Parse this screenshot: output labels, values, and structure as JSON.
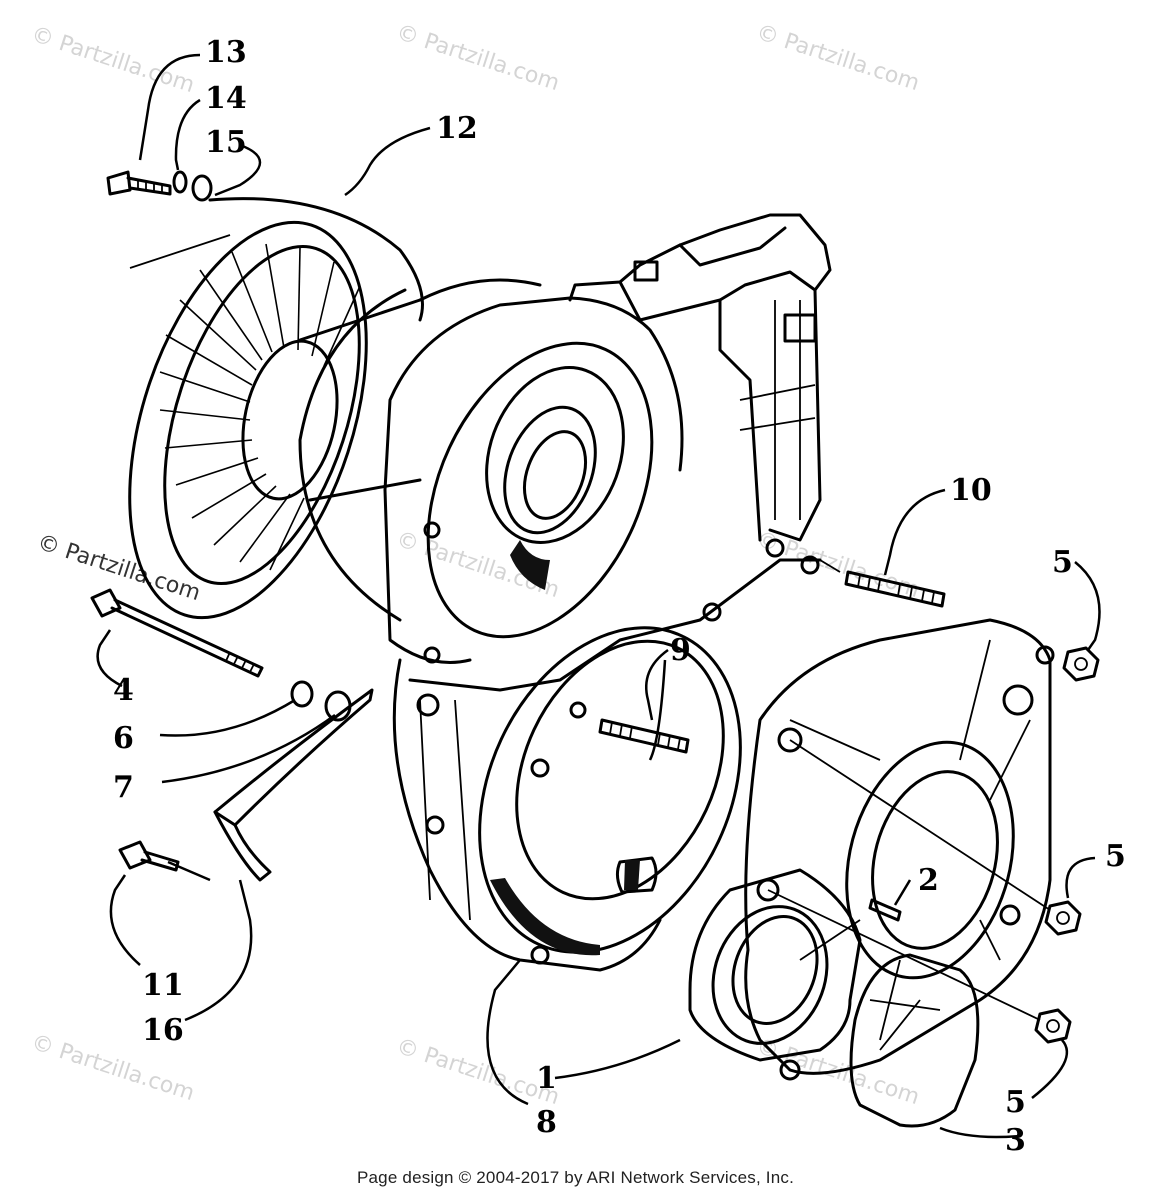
{
  "diagram": {
    "watermark": "© Partzilla.com",
    "callouts": [
      {
        "id": "1",
        "text": "1"
      },
      {
        "id": "2",
        "text": "2"
      },
      {
        "id": "3",
        "text": "3"
      },
      {
        "id": "4",
        "text": "4"
      },
      {
        "id": "5a",
        "text": "5"
      },
      {
        "id": "5b",
        "text": "5"
      },
      {
        "id": "5c",
        "text": "5"
      },
      {
        "id": "6",
        "text": "6"
      },
      {
        "id": "7",
        "text": "7"
      },
      {
        "id": "8",
        "text": "8"
      },
      {
        "id": "9",
        "text": "9"
      },
      {
        "id": "10",
        "text": "10"
      },
      {
        "id": "11",
        "text": "11"
      },
      {
        "id": "12",
        "text": "12"
      },
      {
        "id": "13",
        "text": "13"
      },
      {
        "id": "14",
        "text": "14"
      },
      {
        "id": "15",
        "text": "15"
      },
      {
        "id": "16",
        "text": "16"
      }
    ]
  },
  "footer": {
    "text": "Page design © 2004-2017 by ARI Network Services, Inc."
  }
}
